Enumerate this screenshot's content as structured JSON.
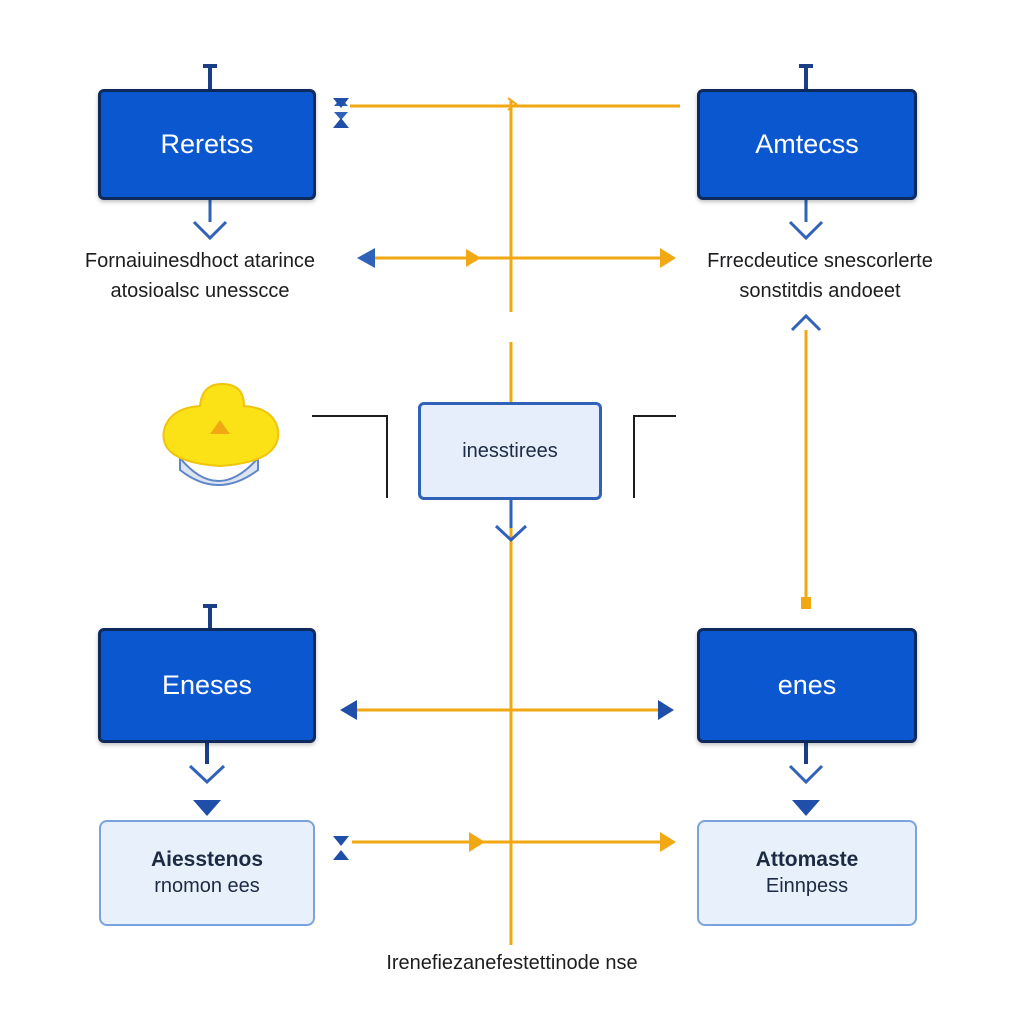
{
  "colors": {
    "node_fill": "#0b57d0",
    "node_border": "#0e2a5c",
    "light_fill": "#e8f0fc",
    "connector_orange": "#f2a813",
    "connector_blue": "#2f62b8",
    "hat_yellow": "#fbe216"
  },
  "nodes": {
    "top_left": "Reretss",
    "top_right": "Amtecss",
    "center": "inesstirees",
    "bottom_left": "Eneses",
    "bottom_right": "enes"
  },
  "outputs": {
    "bottom_left": {
      "line1": "Aiesstenos",
      "line2": "rnomon ees"
    },
    "bottom_right": {
      "line1": "Attomaste",
      "line2": "Einnpess"
    }
  },
  "labels": {
    "left_line1": "Fornaiuinesdhoct atarince",
    "left_line2": "atosioalsc unesscce",
    "right_line1": "Frrecdeutice snescorlerte",
    "right_line2": "sonstitdis andoeet",
    "footer": "Irenefiezanefestettinode nse"
  },
  "icons": {
    "hat": "yellow-hat-icon"
  }
}
